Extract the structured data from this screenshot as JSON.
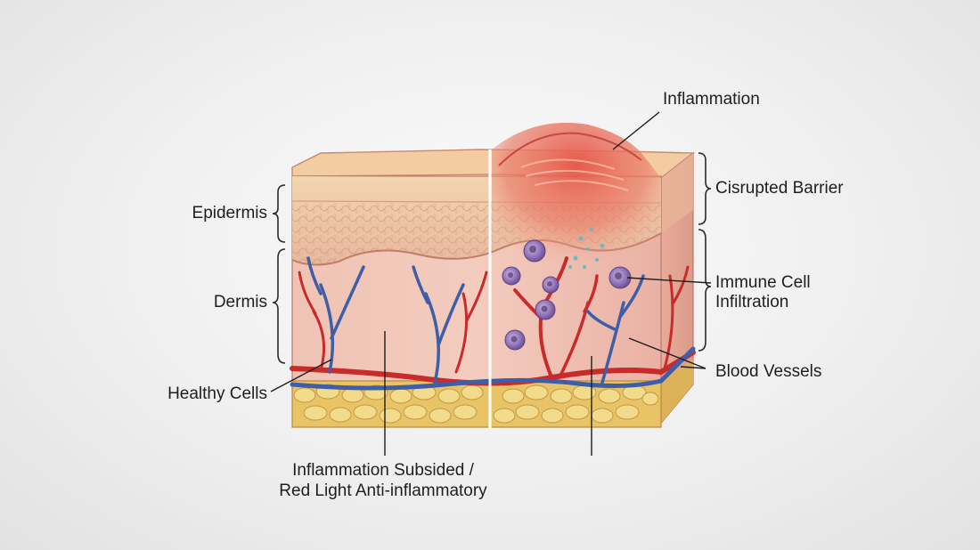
{
  "labels": {
    "inflammation": "Inflammation",
    "disrupted_barrier": "Cisrupted Barrier",
    "epidermis": "Epidermis",
    "dermis": "Dermis",
    "immune_cell_line1": "Immune Cell",
    "immune_cell_line2": "Infiltration",
    "healthy_cells": "Healthy Cells",
    "blood_vessels": "Blood Vessels",
    "bottom_line1": "Inflammation Subsided /",
    "bottom_line2": "Red Light Anti-inflammatory"
  },
  "colors": {
    "skin_surface": "#f2c79c",
    "epidermis": "#e9bfa4",
    "dermis": "#f0c4b7",
    "fat": "#eccd72",
    "inflamed": "#e0594f",
    "artery": "#c92a2a",
    "vein": "#3e5fa8",
    "immune_cell": "#8a6fb0"
  }
}
